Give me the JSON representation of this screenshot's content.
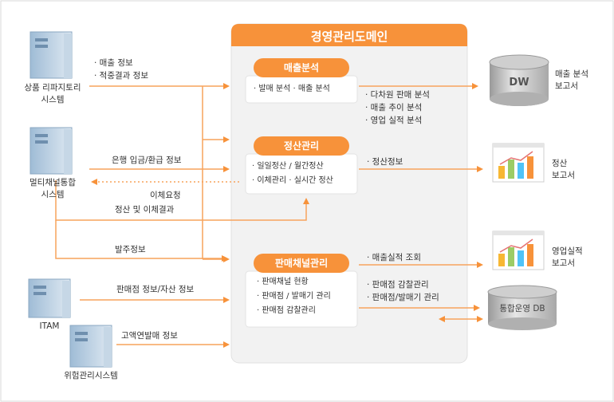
{
  "domain": {
    "title": "경영관리도메인",
    "modules": {
      "sales": {
        "title": "매출분석",
        "items": "· 발매 분석  · 매출 분석"
      },
      "settlement": {
        "title": "정산관리",
        "items": [
          "· 일일정산 / 월간정산",
          "· 이체관리 · 실시간 정산"
        ]
      },
      "channel": {
        "title": "판매채널관리",
        "items": [
          "· 판매채널 현황",
          "· 판매점 / 발매기 관리",
          "· 판매점 감찰관리"
        ]
      }
    }
  },
  "sources": {
    "product": "상품 리파지토리\n시스템",
    "multichannel": "멀티채널통합\n시스템",
    "itam": "ITAM",
    "risk": "위험관리시스템"
  },
  "flows": {
    "product_info": [
      "· 매출 정보",
      "· 적중결과 정보"
    ],
    "bank": "은행 입금/환급 정보",
    "transfer_request": "이체요청",
    "settle_result": "정산 및 이체결과",
    "order": "발주정보",
    "store_asset": "판매점 정보/자산 정보",
    "high_value": "고액연발매 정보",
    "multi_analysis": [
      "· 다차원 판매 분석",
      "· 매출 추이 분석",
      "· 영업 실적 분석"
    ],
    "settle_info": "· 정산정보",
    "sales_perf": "· 매출실적 조회",
    "store_mgmt": [
      "· 판매점 감찰관리",
      "· 판매점/발매기 관리"
    ]
  },
  "outputs": {
    "dw_label": "DW",
    "dw_report": "매출 분석\n보고서",
    "settle_report": "정산\n보고서",
    "perf_report": "영업실적\n보고서",
    "db": "통합운영 DB"
  },
  "colors": {
    "accent": "#f7923a",
    "line": "#f7a35c",
    "panel": "#f2f2f2",
    "panel_border": "#e0e0e0"
  }
}
